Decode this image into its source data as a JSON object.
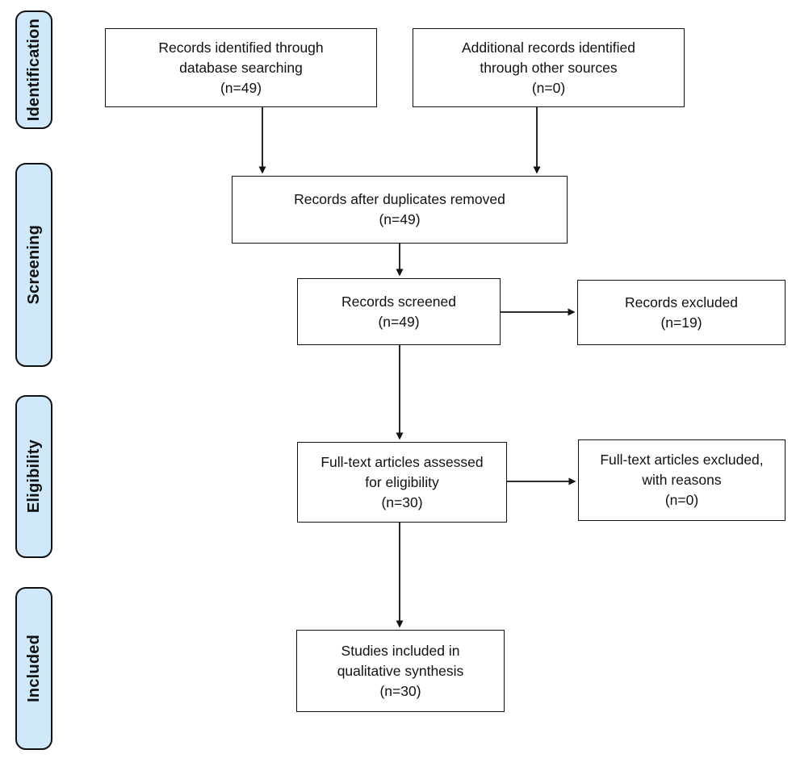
{
  "diagram_type": "prisma-flow-diagram",
  "stages": [
    {
      "id": "identification",
      "label": "Identification"
    },
    {
      "id": "screening",
      "label": "Screening"
    },
    {
      "id": "eligibility",
      "label": "Eligibility"
    },
    {
      "id": "included",
      "label": "Included"
    }
  ],
  "boxes": [
    {
      "id": "records-identified",
      "text": "Records identified through\ndatabase searching\n(n=49)"
    },
    {
      "id": "additional-records",
      "text": "Additional records identified\nthrough other sources\n(n=0)"
    },
    {
      "id": "duplicates-removed",
      "text": "Records after duplicates removed\n(n=49)"
    },
    {
      "id": "records-screened",
      "text": "Records screened\n(n=49)"
    },
    {
      "id": "records-excluded",
      "text": "Records excluded\n(n=19)"
    },
    {
      "id": "fulltext-assessed",
      "text": "Full-text articles assessed\nfor eligibility\n(n=30)"
    },
    {
      "id": "fulltext-excluded",
      "text": "Full-text articles excluded,\nwith reasons\n(n=0)"
    },
    {
      "id": "studies-included",
      "text": "Studies included in\nqualitative synthesis\n(n=30)"
    }
  ],
  "counts": {
    "records_identified": 49,
    "additional_records": 0,
    "after_duplicates": 49,
    "screened": 49,
    "excluded": 19,
    "fulltext_assessed": 30,
    "fulltext_excluded": 0,
    "included_qualitative": 30
  },
  "colors": {
    "stage_fill": "#cfe9fa",
    "stage_border": "#111111",
    "box_border": "#111111",
    "arrow": "#111111",
    "background": "#ffffff"
  }
}
